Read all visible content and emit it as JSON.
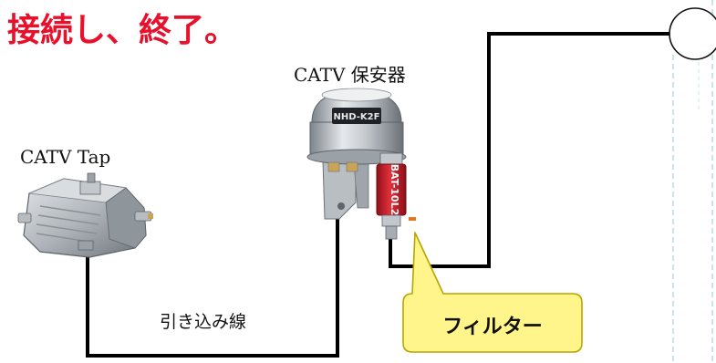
{
  "heading": "接続し、終了。",
  "labels": {
    "protector": "CATV 保安器",
    "tap": "CATV Tap",
    "drop_line": "引き込み線",
    "filter": "フィルター"
  },
  "device_markings": {
    "protector_model": "NHD-K2F",
    "filter_model": "BAT-10L2"
  },
  "colors": {
    "heading": "#e8102a",
    "callout_fill": "#fff58a",
    "callout_border": "#b9a400",
    "wire": "#000000",
    "filter_body": "#c8202a",
    "dashed_guides": "#9fd4dc"
  }
}
